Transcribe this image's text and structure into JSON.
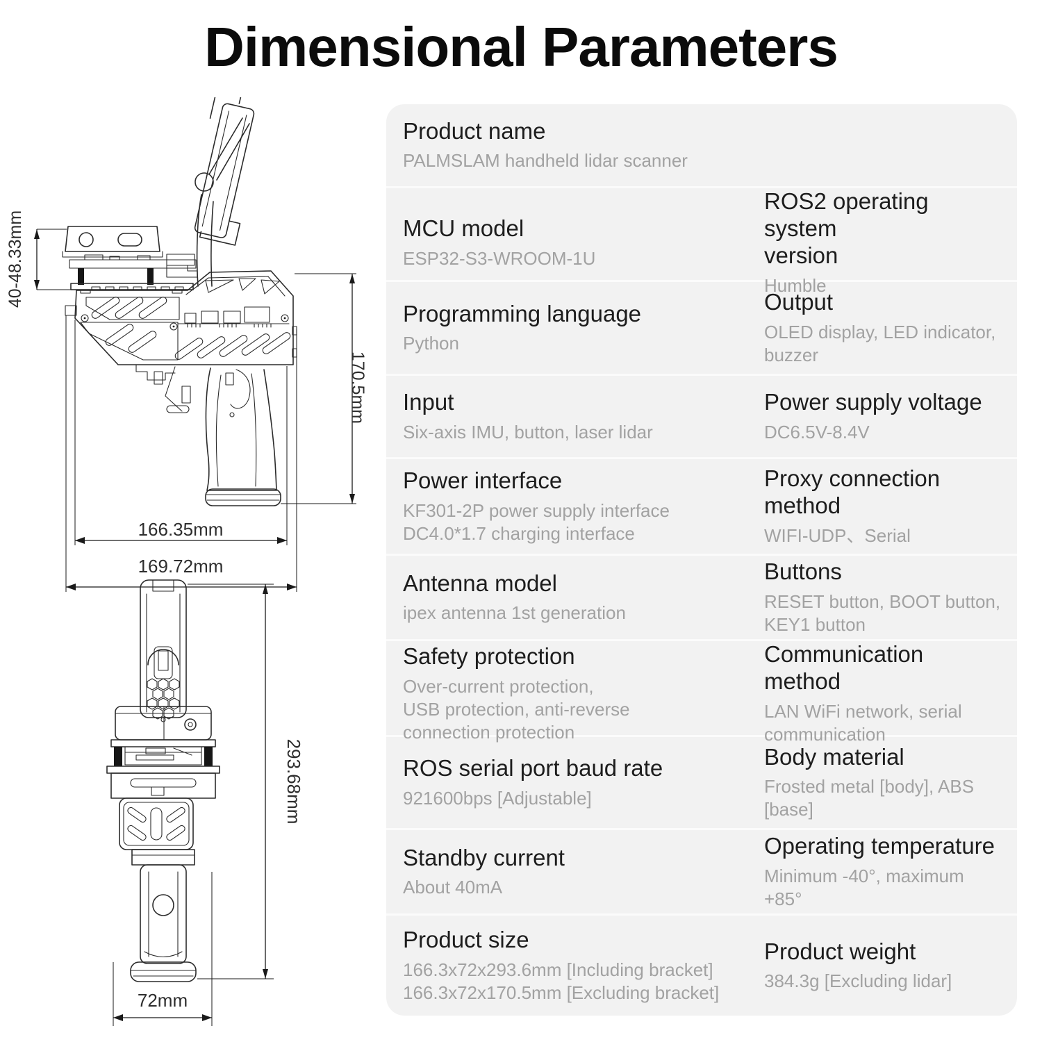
{
  "title": "Dimensional Parameters",
  "colors": {
    "panel_bg": "#f2f2f2",
    "divider": "#fbfbfb",
    "label_text": "#1d1d1d",
    "value_text": "#a2a2a2",
    "drawing_line": "#2b2b2b"
  },
  "drawings": {
    "side_view": {
      "dim_lidar_height": "40-48.33mm",
      "dim_body_height": "170.5mm",
      "dim_width_inner": "166.35mm",
      "dim_width_outer": "169.72mm"
    },
    "front_view": {
      "dim_total_height": "293.68mm",
      "dim_grip_width": "72mm"
    }
  },
  "specs": {
    "rows": [
      {
        "left": {
          "label": "Product name",
          "value": "PALMSLAM handheld lidar scanner"
        },
        "right": null
      },
      {
        "left": {
          "label": "MCU model",
          "value": "ESP32-S3-WROOM-1U"
        },
        "right": {
          "label": "ROS2 operating system\nversion",
          "value": "Humble"
        }
      },
      {
        "left": {
          "label": "Programming language",
          "value": "Python"
        },
        "right": {
          "label": "Output",
          "value": "OLED display, LED indicator,\nbuzzer"
        }
      },
      {
        "left": {
          "label": "Input",
          "value": "Six-axis IMU, button, laser lidar"
        },
        "right": {
          "label": "Power supply voltage",
          "value": "DC6.5V-8.4V"
        }
      },
      {
        "left": {
          "label": "Power interface",
          "value": "KF301-2P  power supply interface\nDC4.0*1.7 charging interface"
        },
        "right": {
          "label": "Proxy connection method",
          "value": "WIFI-UDP、Serial"
        }
      },
      {
        "left": {
          "label": "Antenna model",
          "value": "ipex antenna 1st generation"
        },
        "right": {
          "label": "Buttons",
          "value": "RESET button, BOOT button,\nKEY1 button"
        }
      },
      {
        "left": {
          "label": "Safety protection",
          "value": "Over-current protection,\nUSB protection, anti-reverse\nconnection protection"
        },
        "right": {
          "label": "Communication method",
          "value": "LAN WiFi network, serial\ncommunication"
        }
      },
      {
        "left": {
          "label": "ROS serial port baud rate",
          "value": "921600bps [Adjustable]"
        },
        "right": {
          "label": "Body material",
          "value": "Frosted metal [body], ABS [base]"
        }
      },
      {
        "left": {
          "label": "Standby current",
          "value": "About 40mA"
        },
        "right": {
          "label": "Operating temperature",
          "value": "Minimum -40°, maximum +85°"
        }
      },
      {
        "left": {
          "label": "Product size",
          "value": "166.3x72x293.6mm [Including bracket]\n166.3x72x170.5mm [Excluding bracket]"
        },
        "right": {
          "label": "Product weight",
          "value": "384.3g [Excluding lidar]"
        }
      }
    ]
  }
}
